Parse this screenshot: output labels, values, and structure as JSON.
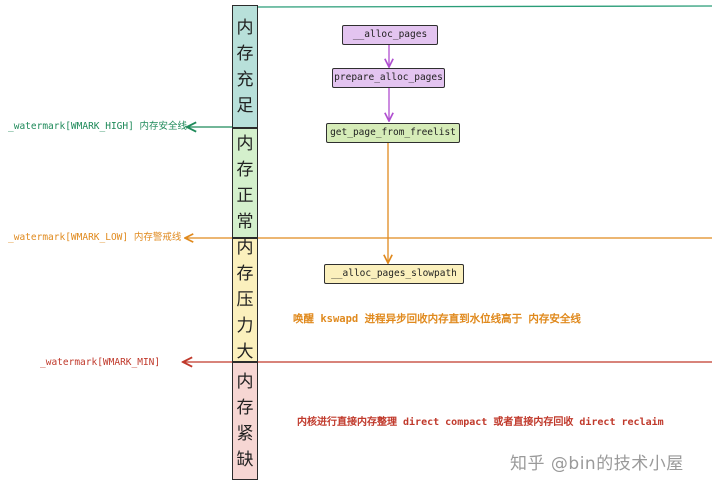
{
  "zones": [
    {
      "chars": [
        "内",
        "存",
        "充",
        "足"
      ],
      "color": "#b8e0da"
    },
    {
      "chars": [
        "内",
        "存",
        "正",
        "常"
      ],
      "color": "#d4f0cc"
    },
    {
      "chars": [
        "内",
        "存",
        "压",
        "力",
        "大"
      ],
      "color": "#fbf0bd"
    },
    {
      "chars": [
        "内",
        "存",
        "紧",
        "缺"
      ],
      "color": "#f6d6d3"
    }
  ],
  "watermarks": {
    "high": {
      "label": "_watermark[WMARK_HIGH] 内存安全线",
      "color": "#1f8a5a"
    },
    "low": {
      "label": "_watermark[WMARK_LOW] 内存警戒线",
      "color": "#e08a1e"
    },
    "min": {
      "label": "_watermark[WMARK_MIN]",
      "color": "#c0392b"
    }
  },
  "nodes": {
    "alloc_pages": {
      "label": "__alloc_pages",
      "color": "#e3c4f0"
    },
    "prepare_alloc_pages": {
      "label": "prepare_alloc_pages",
      "color": "#e3c4f0"
    },
    "get_page_from_freelist": {
      "label": "get_page_from_freelist",
      "color": "#d6ecb8"
    },
    "alloc_pages_slowpath": {
      "label": "__alloc_pages_slowpath",
      "color": "#fbf0bd"
    }
  },
  "notes": {
    "kswapd": {
      "text": "唤醒 kswapd 进程异步回收内存直到水位线高于 内存安全线",
      "color": "#e08a1e"
    },
    "direct": {
      "text": "内核进行直接内存整理 direct compact 或者直接内存回收 direct reclaim",
      "color": "#c0392b"
    }
  },
  "colors": {
    "purple_arrow": "#b04fd0",
    "orange_arrow": "#e08a1e",
    "teal_line": "#2a9d78"
  },
  "footer_watermark": "知乎 @bin的技术小屋"
}
